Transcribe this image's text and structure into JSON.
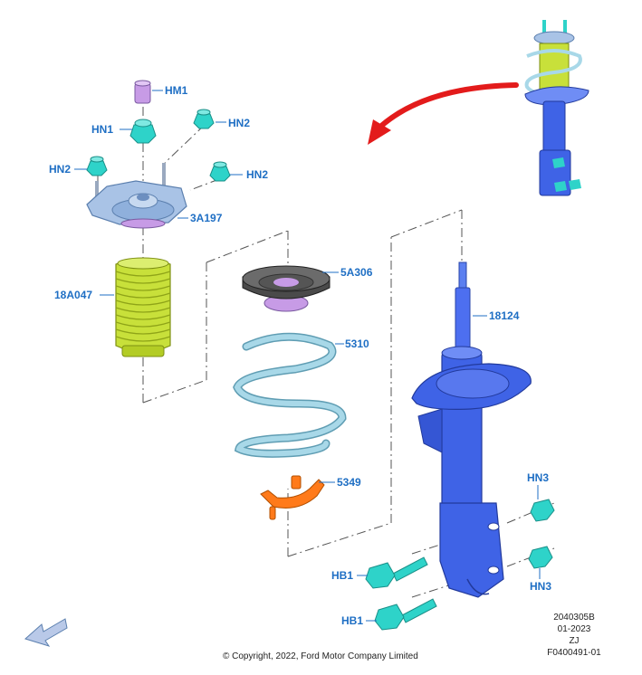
{
  "labels": {
    "hm1": "HM1",
    "hn1": "HN1",
    "hn2": "HN2",
    "mount": "3A197",
    "boot": "18A047",
    "seat": "5A306",
    "spring": "5310",
    "insulator": "5349",
    "strut": "18124",
    "hn3": "HN3",
    "hb1": "HB1"
  },
  "footer": {
    "copyright": "© Copyright, 2022, Ford Motor Company Limited",
    "codes": [
      "2040305B",
      "01-2023",
      "ZJ",
      "F0400491-01"
    ]
  },
  "colors": {
    "label": "#1f6fc4",
    "cyan_fastener": "#2ed3c9",
    "mount": "#a9c3e6",
    "boot": "#c8e03a",
    "spring": "#a8d8e8",
    "insulator": "#ff7a1a",
    "strut": "#3f63e6",
    "arrow": "#e31b1b",
    "bumper": "#c79be6"
  }
}
